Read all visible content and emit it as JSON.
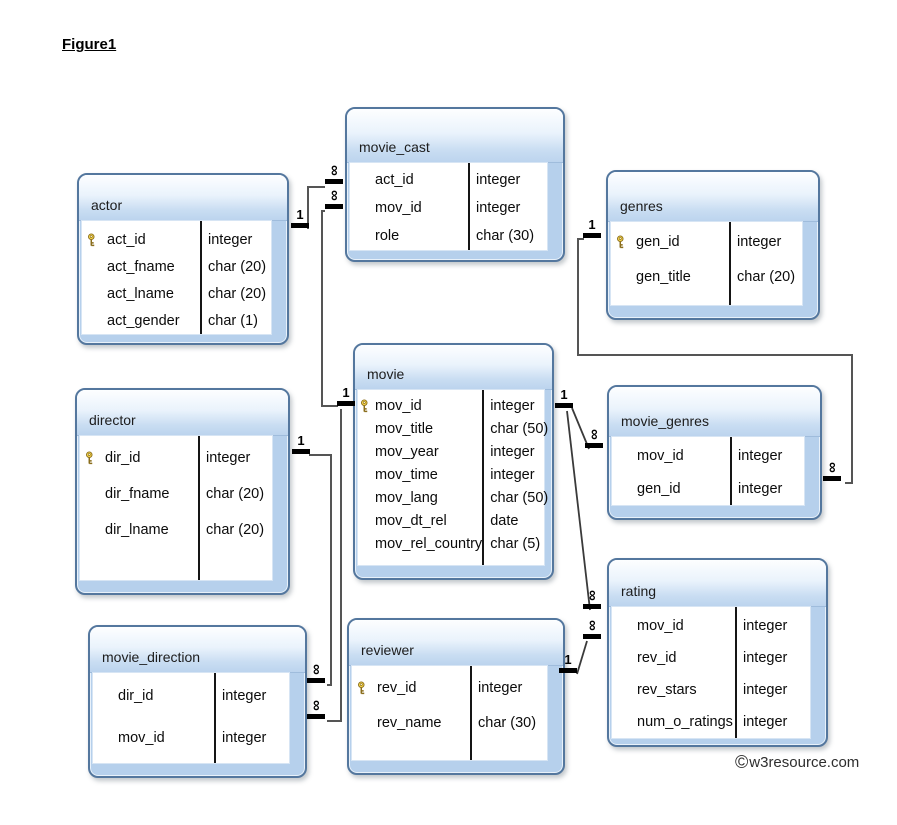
{
  "figure_label": "Figure1",
  "copyright": {
    "symbol": "©",
    "text": "w3resource.com"
  },
  "connectors": {
    "one_label": "1",
    "many_label": "∞"
  },
  "colors": {
    "table_border": "#54779e",
    "table_background": "#b6d0ec",
    "header_gradient_top": "#fdfeff",
    "header_gradient_bottom": "#bcd4ee",
    "body_background": "#ffffff",
    "connector_line": "#555555",
    "anchor_bar": "#000000",
    "key_icon": "#f7d64a"
  },
  "tables": {
    "actor": {
      "title": "actor",
      "fields": [
        {
          "name": "act_id",
          "type": "integer",
          "pk": true
        },
        {
          "name": "act_fname",
          "type": "char (20)",
          "pk": false
        },
        {
          "name": "act_lname",
          "type": "char (20)",
          "pk": false
        },
        {
          "name": "act_gender",
          "type": "char (1)",
          "pk": false
        }
      ]
    },
    "movie_cast": {
      "title": "movie_cast",
      "fields": [
        {
          "name": "act_id",
          "type": "integer",
          "pk": false
        },
        {
          "name": "mov_id",
          "type": "integer",
          "pk": false
        },
        {
          "name": "role",
          "type": "char (30)",
          "pk": false
        }
      ]
    },
    "genres": {
      "title": "genres",
      "fields": [
        {
          "name": "gen_id",
          "type": "integer",
          "pk": true
        },
        {
          "name": "gen_title",
          "type": "char (20)",
          "pk": false
        }
      ]
    },
    "movie": {
      "title": "movie",
      "fields": [
        {
          "name": "mov_id",
          "type": "integer",
          "pk": true
        },
        {
          "name": "mov_title",
          "type": "char (50)",
          "pk": false
        },
        {
          "name": "mov_year",
          "type": "integer",
          "pk": false
        },
        {
          "name": "mov_time",
          "type": "integer",
          "pk": false
        },
        {
          "name": "mov_lang",
          "type": "char (50)",
          "pk": false
        },
        {
          "name": "mov_dt_rel",
          "type": "date",
          "pk": false
        },
        {
          "name": "mov_rel_country",
          "type": "char (5)",
          "pk": false
        }
      ]
    },
    "director": {
      "title": "director",
      "fields": [
        {
          "name": "dir_id",
          "type": "integer",
          "pk": true
        },
        {
          "name": "dir_fname",
          "type": "char (20)",
          "pk": false
        },
        {
          "name": "dir_lname",
          "type": "char (20)",
          "pk": false
        }
      ]
    },
    "movie_direction": {
      "title": "movie_direction",
      "fields": [
        {
          "name": "dir_id",
          "type": "integer",
          "pk": false
        },
        {
          "name": "mov_id",
          "type": "integer",
          "pk": false
        }
      ]
    },
    "reviewer": {
      "title": "reviewer",
      "fields": [
        {
          "name": "rev_id",
          "type": "integer",
          "pk": true
        },
        {
          "name": "rev_name",
          "type": "char (30)",
          "pk": false
        }
      ]
    },
    "movie_genres": {
      "title": "movie_genres",
      "fields": [
        {
          "name": "mov_id",
          "type": "integer",
          "pk": false
        },
        {
          "name": "gen_id",
          "type": "integer",
          "pk": false
        }
      ]
    },
    "rating": {
      "title": "rating",
      "fields": [
        {
          "name": "mov_id",
          "type": "integer",
          "pk": false
        },
        {
          "name": "rev_id",
          "type": "integer",
          "pk": false
        },
        {
          "name": "rev_stars",
          "type": "integer",
          "pk": false
        },
        {
          "name": "num_o_ratings",
          "type": "integer",
          "pk": false
        }
      ]
    }
  }
}
